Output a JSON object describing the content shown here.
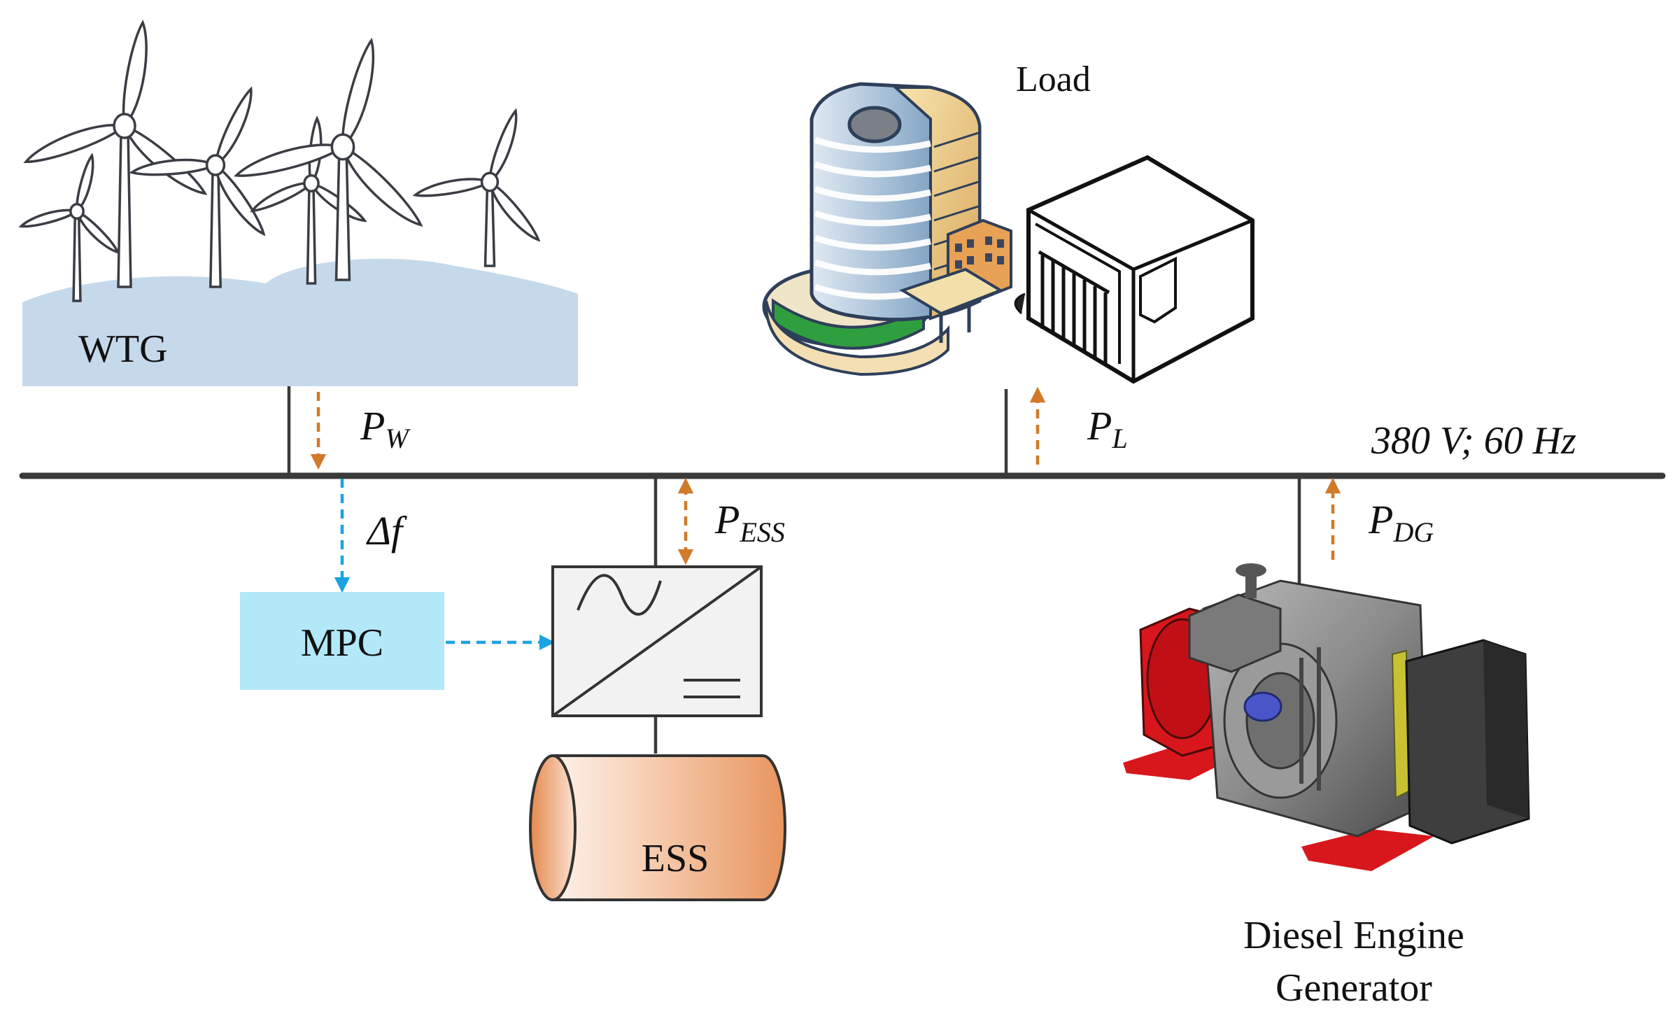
{
  "components": {
    "wtg": "WTG",
    "load": "Load",
    "mpc": "MPC",
    "ess": "ESS",
    "dg_line1": "Diesel Engine",
    "dg_line2": "Generator"
  },
  "bus_rating": "380 V; 60 Hz",
  "signals": {
    "frequency": "Δf",
    "p_wind": {
      "symbol": "P",
      "sub": "W"
    },
    "p_load": {
      "symbol": "P",
      "sub": "L"
    },
    "p_ess": {
      "symbol": "P",
      "sub": "ESS"
    },
    "p_dg": {
      "symbol": "P",
      "sub": "DG"
    }
  },
  "colors": {
    "bus": "#3a3a3a",
    "power_flow_arrow": "#d07a2a",
    "control_signal_arrow": "#1aa3e0",
    "mpc_box": "#b3e8f8",
    "hills": "#c5d9ea",
    "ess_tank": "#e8955e",
    "generator_red": "#d8171c"
  }
}
